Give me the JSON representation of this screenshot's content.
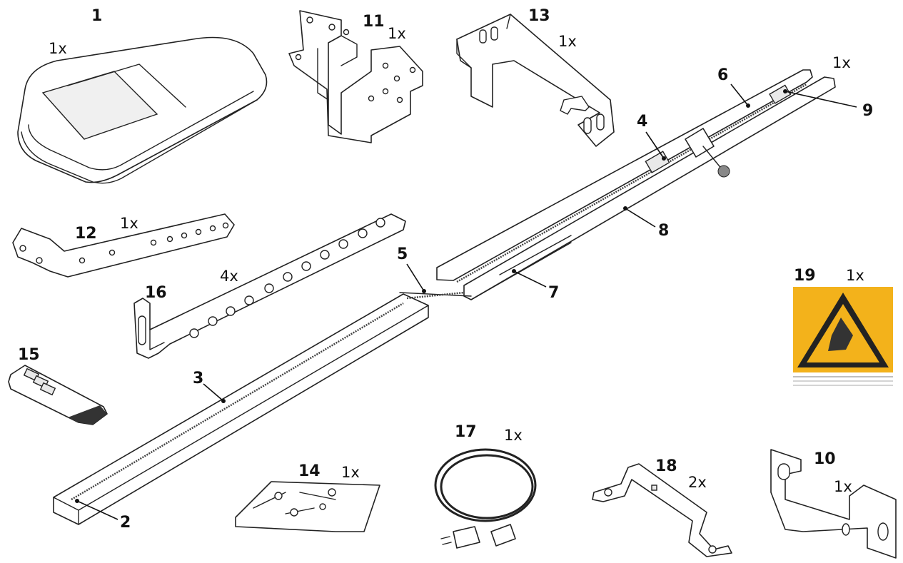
{
  "callouts": [
    {
      "id": "c1",
      "number": "1",
      "qty": "1x"
    },
    {
      "id": "c2",
      "number": "2"
    },
    {
      "id": "c3",
      "number": "3"
    },
    {
      "id": "c4",
      "number": "4"
    },
    {
      "id": "c5",
      "number": "5"
    },
    {
      "id": "c6",
      "number": "6"
    },
    {
      "id": "c7",
      "number": "7"
    },
    {
      "id": "c8",
      "number": "8"
    },
    {
      "id": "c9",
      "number": "9",
      "qty": "1x"
    },
    {
      "id": "c10",
      "number": "10",
      "qty": "1x"
    },
    {
      "id": "c11",
      "number": "11",
      "qty": "1x"
    },
    {
      "id": "c12",
      "number": "12",
      "qty": "1x"
    },
    {
      "id": "c13",
      "number": "13",
      "qty": "1x"
    },
    {
      "id": "c14",
      "number": "14",
      "qty": "1x"
    },
    {
      "id": "c15",
      "number": "15"
    },
    {
      "id": "c16",
      "number": "16",
      "qty": "4x"
    },
    {
      "id": "c17",
      "number": "17",
      "qty": "1x"
    },
    {
      "id": "c18",
      "number": "18",
      "qty": "2x"
    },
    {
      "id": "c19",
      "number": "19",
      "qty": "1x"
    }
  ],
  "colors": {
    "line": "#222222",
    "warning_sign_fill": "#f3b21b",
    "background": "#ffffff"
  },
  "icons": {
    "warning_sign": "triangle-warning-icon"
  }
}
